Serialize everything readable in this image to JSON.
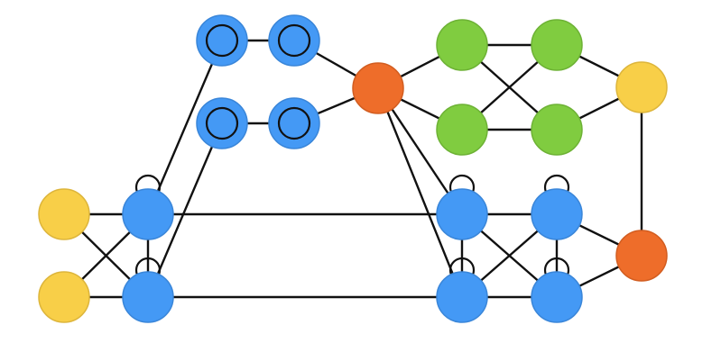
{
  "colors": {
    "blue": "#4499F5",
    "blue_stroke": "#3A86D9",
    "green": "#80CC40",
    "green_stroke": "#6DB235",
    "orange": "#EE6D2A",
    "orange_stroke": "#D25D20",
    "yellow": "#F8CF48",
    "yellow_stroke": "#DDB53B",
    "edge": "#111111"
  },
  "graph": {
    "nodes": [
      {
        "id": "y1",
        "color": "yellow",
        "ring": false
      },
      {
        "id": "y2",
        "color": "yellow",
        "ring": false
      },
      {
        "id": "b1",
        "color": "blue",
        "ring": false
      },
      {
        "id": "b2",
        "color": "blue",
        "ring": false
      },
      {
        "id": "t1",
        "color": "blue",
        "ring": true
      },
      {
        "id": "t2",
        "color": "blue",
        "ring": true
      },
      {
        "id": "t3",
        "color": "blue",
        "ring": true
      },
      {
        "id": "t4",
        "color": "blue",
        "ring": true
      },
      {
        "id": "o1",
        "color": "orange",
        "ring": false
      },
      {
        "id": "g1",
        "color": "green",
        "ring": false
      },
      {
        "id": "g2",
        "color": "green",
        "ring": false
      },
      {
        "id": "g3",
        "color": "green",
        "ring": false
      },
      {
        "id": "g4",
        "color": "green",
        "ring": false
      },
      {
        "id": "y3",
        "color": "yellow",
        "ring": false
      },
      {
        "id": "rb1",
        "color": "blue",
        "ring": false
      },
      {
        "id": "rb2",
        "color": "blue",
        "ring": false
      },
      {
        "id": "rb3",
        "color": "blue",
        "ring": false
      },
      {
        "id": "rb4",
        "color": "blue",
        "ring": false
      },
      {
        "id": "o2",
        "color": "orange",
        "ring": false
      }
    ],
    "edges": [
      [
        "y1",
        "b1"
      ],
      [
        "y1",
        "b2"
      ],
      [
        "y2",
        "b1"
      ],
      [
        "y2",
        "b2"
      ],
      [
        "b1",
        "b2"
      ],
      [
        "b1",
        "t1"
      ],
      [
        "b2",
        "t3"
      ],
      [
        "t1",
        "t2"
      ],
      [
        "t3",
        "t4"
      ],
      [
        "t2",
        "o1"
      ],
      [
        "t4",
        "o1"
      ],
      [
        "o1",
        "g1"
      ],
      [
        "o1",
        "g3"
      ],
      [
        "g1",
        "g2"
      ],
      [
        "g1",
        "g4"
      ],
      [
        "g3",
        "g2"
      ],
      [
        "g3",
        "g4"
      ],
      [
        "g2",
        "y3"
      ],
      [
        "g4",
        "y3"
      ],
      [
        "y3",
        "o2"
      ],
      [
        "o1",
        "rb1"
      ],
      [
        "o1",
        "rb3"
      ],
      [
        "b1",
        "rb1"
      ],
      [
        "b2",
        "rb3"
      ],
      [
        "rb1",
        "rb2"
      ],
      [
        "rb1",
        "rb3"
      ],
      [
        "rb1",
        "rb4"
      ],
      [
        "rb2",
        "rb3"
      ],
      [
        "rb2",
        "rb4"
      ],
      [
        "rb2",
        "o2"
      ],
      [
        "rb3",
        "rb4"
      ],
      [
        "rb4",
        "o2"
      ]
    ],
    "self_loops": [
      "b1",
      "b2",
      "rb1",
      "rb2",
      "rb3",
      "rb4"
    ]
  }
}
